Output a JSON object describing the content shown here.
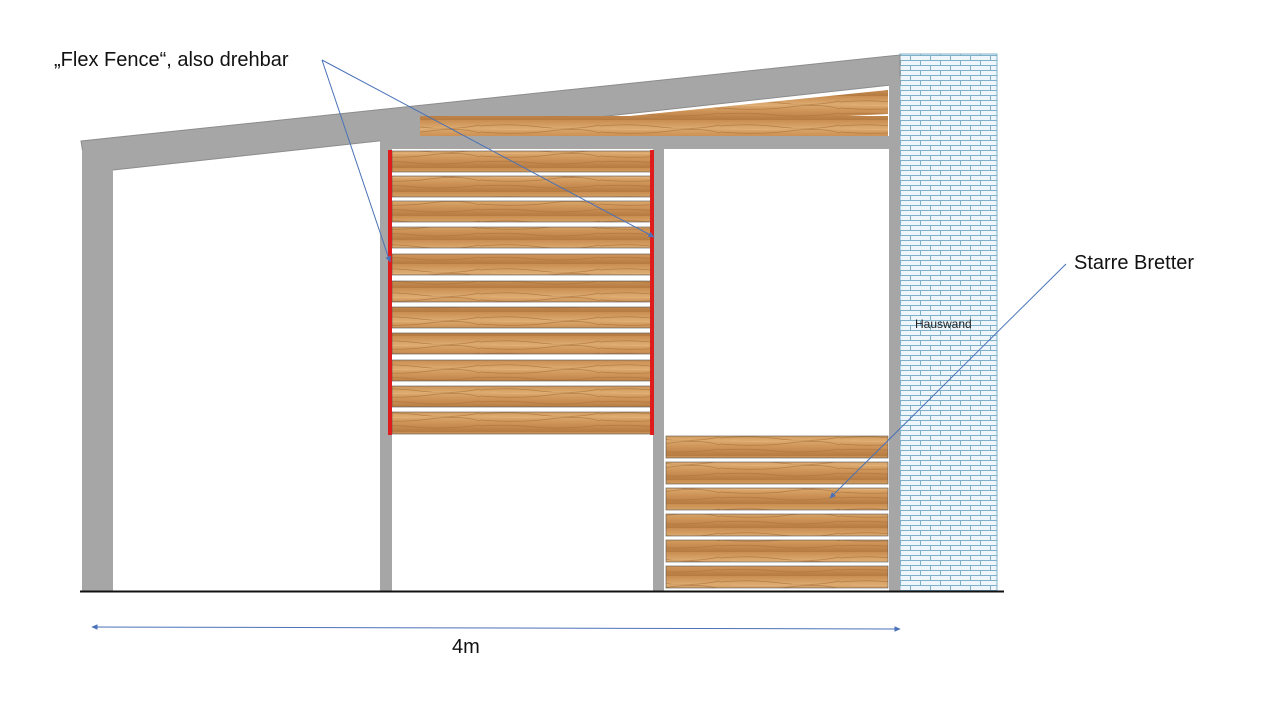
{
  "labels": {
    "flex_fence": "„Flex Fence“, also drehbar",
    "starre_bretter": "Starre Bretter",
    "hauswand": "Hauswand",
    "dimension": "4m"
  },
  "colors": {
    "frame": "#a6a6a6",
    "frame_edge": "#8c8c8c",
    "wood_light": "#d9a468",
    "wood_mid": "#c78c4f",
    "wood_dark": "#a86e35",
    "hinge": "#e01b1b",
    "arrow": "#4a72b8",
    "brick_line": "#7fb0c9",
    "brick_bg": "#eef6fb",
    "ground": "#111111"
  },
  "icons": {
    "wood": "wood-grain-board",
    "wall": "brick-wall-pattern",
    "arrow": "arrowhead-marker"
  }
}
